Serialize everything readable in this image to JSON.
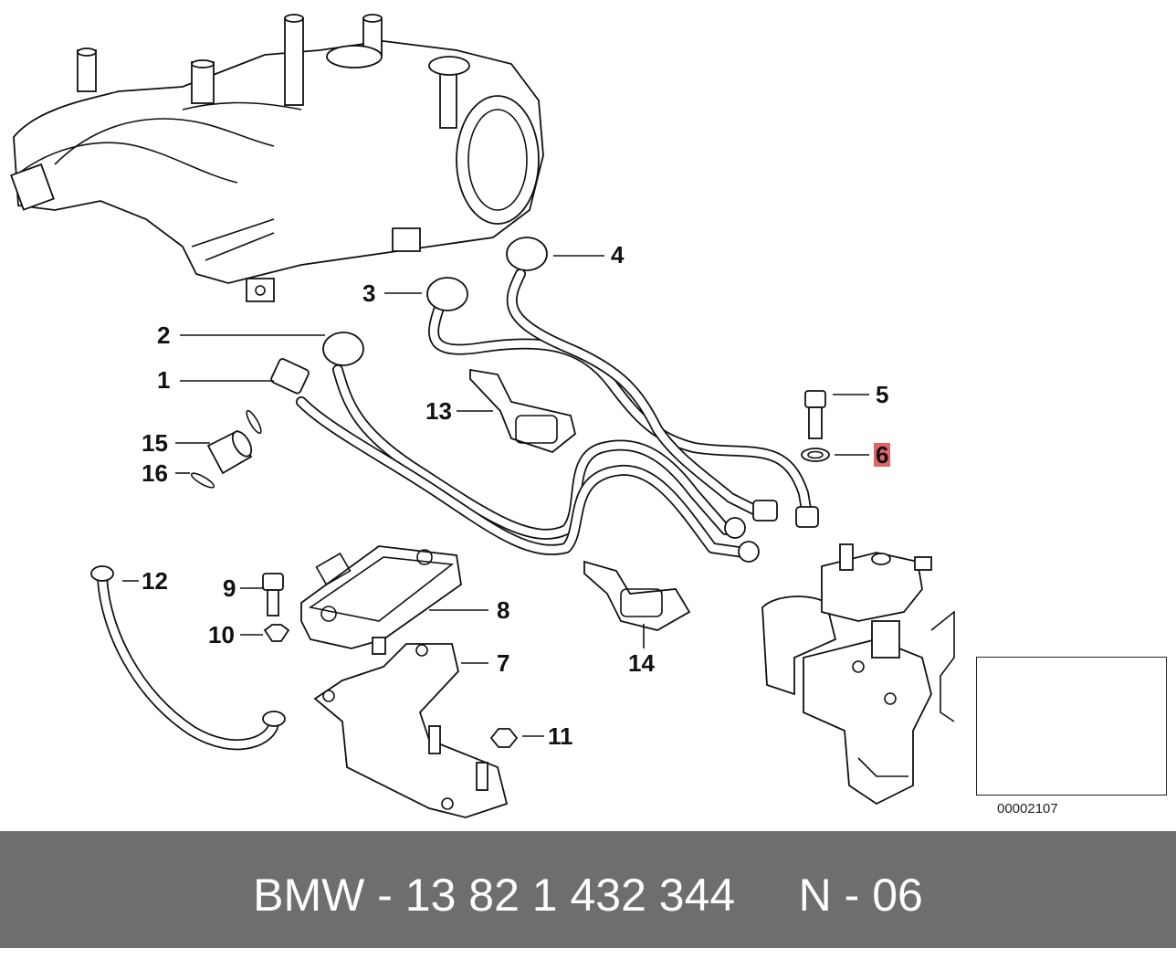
{
  "callouts": [
    {
      "id": "1",
      "label": "1"
    },
    {
      "id": "2",
      "label": "2"
    },
    {
      "id": "3",
      "label": "3"
    },
    {
      "id": "4",
      "label": "4"
    },
    {
      "id": "5",
      "label": "5"
    },
    {
      "id": "6",
      "label": "6",
      "highlighted": true
    },
    {
      "id": "7",
      "label": "7"
    },
    {
      "id": "8",
      "label": "8"
    },
    {
      "id": "9",
      "label": "9"
    },
    {
      "id": "10",
      "label": "10"
    },
    {
      "id": "11",
      "label": "11"
    },
    {
      "id": "12",
      "label": "12"
    },
    {
      "id": "13",
      "label": "13"
    },
    {
      "id": "14",
      "label": "14"
    },
    {
      "id": "15",
      "label": "15"
    },
    {
      "id": "16",
      "label": "16"
    }
  ],
  "highlight_color": "#e06666",
  "inset": {
    "code": "00002107"
  },
  "footer": {
    "text": "BMW - 13 82 1 432 344     N - 06",
    "background": "#6e6e6e"
  }
}
